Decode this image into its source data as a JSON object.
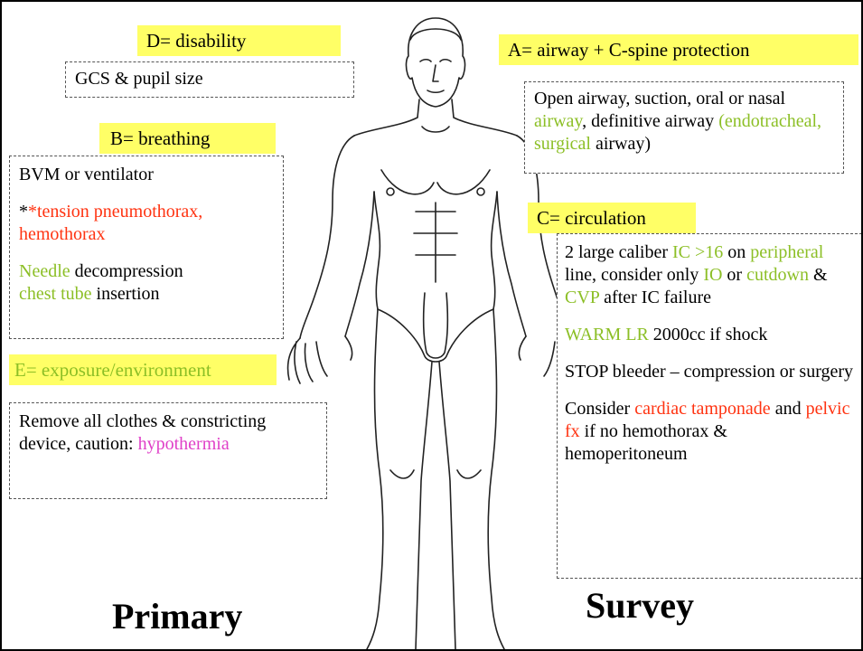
{
  "labels": {
    "d": "D= disability",
    "a": "A= airway + C-spine protection",
    "b": "B= breathing",
    "c": "C= circulation",
    "e": "E= exposure/environment"
  },
  "disability": {
    "text": "GCS & pupil size"
  },
  "airway": {
    "t1": "Open airway, suction, oral or nasal ",
    "t2": "airway",
    "t3": ", definitive airway ",
    "t4": "(",
    "t5": "endotracheal, surgical",
    "t6": " airway)"
  },
  "breathing": {
    "p1": "BVM or ventilator",
    "p2a": "*",
    "p2b": "*tension pneumothorax, hemothorax",
    "p3a": "Needle",
    "p3b": " decompression",
    "p3c": "chest tube",
    "p3d": " insertion"
  },
  "circulation": {
    "a1": "2 large caliber ",
    "a2": "IC >16",
    "a3": " on ",
    "a4": "peripheral",
    "a5": " line, consider only ",
    "a6": "IO",
    "a7": " or ",
    "a8": "cutdown",
    "a9": " & ",
    "a10": "CVP",
    "a11": " after IC failure",
    "b1": "WARM LR",
    "b2": " 2000cc if shock",
    "c1": "STOP bleeder – compression or surgery",
    "d1": "Consider ",
    "d2": "cardiac tamponade",
    "d3": " and ",
    "d4": "pelvic fx",
    "d5": " if no hemothorax & hemoperitoneum"
  },
  "exposure": {
    "t1": "Remove all clothes & constricting device, caution: ",
    "t2": "hypothermia"
  },
  "footer": {
    "left": "Primary",
    "right": "Survey"
  },
  "colors": {
    "label_bg": "#ffff66",
    "green": "#8cbf26",
    "red": "#ff3311",
    "magenta": "#e040c8"
  },
  "figure": {
    "icon": "human-body-outline-icon"
  }
}
